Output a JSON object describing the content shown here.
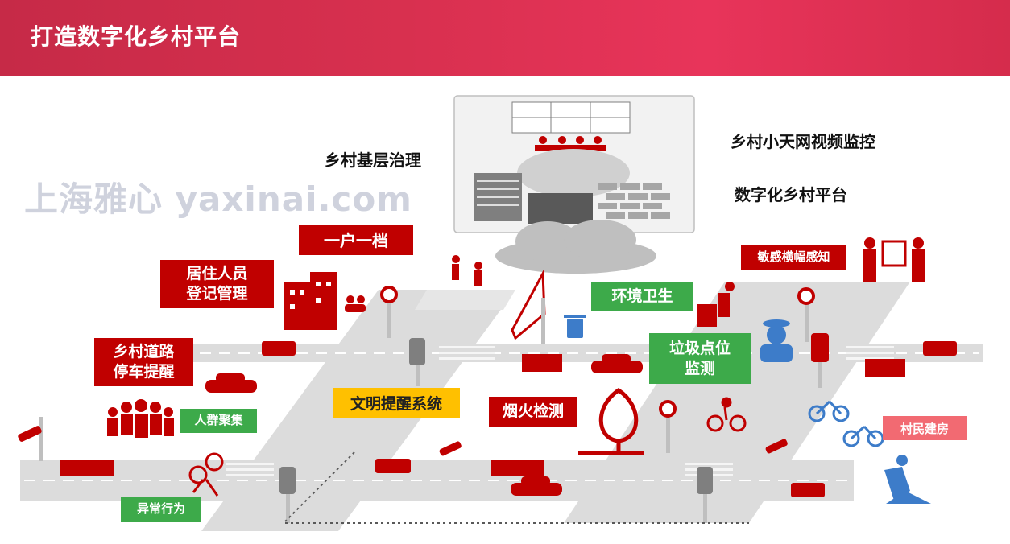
{
  "header": {
    "title": "打造数字化乡村平台"
  },
  "watermark": "上海雅心 yaxinai.com",
  "labels": {
    "governance": "乡村基层治理",
    "skynet": "乡村小天网视频监控",
    "platform": "数字化乡村平台",
    "household": "一户一档",
    "residents": "居住人员\n登记管理",
    "parking": "乡村道路\n停车提醒",
    "crowd": "人群聚集",
    "abnormal": "异常行为",
    "civility": "文明提醒系统",
    "fire": "烟火检测",
    "banner": "敏感横幅感知",
    "environment": "环境卫生",
    "garbage": "垃圾点位\n监测",
    "building": "村民建房"
  },
  "colors": {
    "header": "#d8304f",
    "red": "#c00000",
    "green": "#3daa4a",
    "yellow": "#ffc000",
    "pink": "#f26a72",
    "blue": "#3d7cc9",
    "road": "#d9d9d9"
  }
}
